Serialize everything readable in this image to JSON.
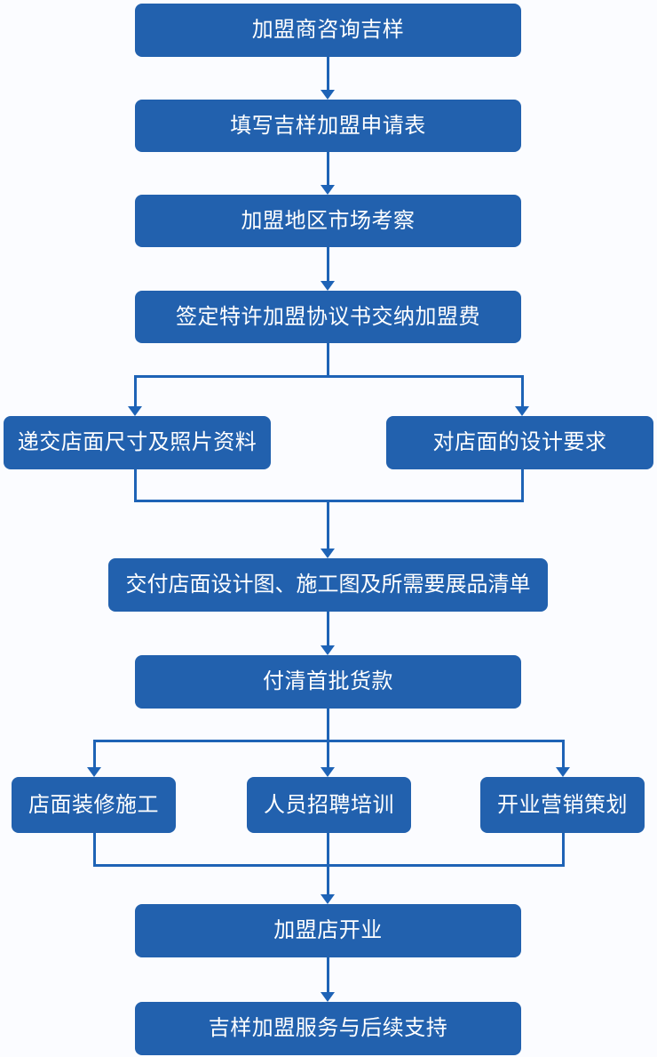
{
  "colors": {
    "page_bg": "#fbfcff",
    "node_fill": "#2261ae",
    "connector": "#1e63b6",
    "node_text": "#ffffff"
  },
  "flowchart": {
    "type": "flowchart",
    "nodes": [
      {
        "id": "consult",
        "label": "加盟商咨询吉样"
      },
      {
        "id": "application_form",
        "label": "填写吉样加盟申请表"
      },
      {
        "id": "market_survey",
        "label": "加盟地区市场考察"
      },
      {
        "id": "sign_agreement",
        "label": "签定特许加盟协议书交纳加盟费"
      },
      {
        "id": "submit_store_info",
        "label": "递交店面尺寸及照片资料"
      },
      {
        "id": "design_requirements",
        "label": "对店面的设计要求"
      },
      {
        "id": "deliver_design",
        "label": "交付店面设计图、施工图及所需要展品清单"
      },
      {
        "id": "pay_first_batch",
        "label": "付清首批货款"
      },
      {
        "id": "store_renovation",
        "label": "店面装修施工"
      },
      {
        "id": "staff_recruitment",
        "label": "人员招聘培训"
      },
      {
        "id": "opening_marketing",
        "label": "开业营销策划"
      },
      {
        "id": "store_opening",
        "label": "加盟店开业"
      },
      {
        "id": "follow_up_support",
        "label": "吉样加盟服务与后续支持"
      }
    ],
    "edges": [
      {
        "from": "consult",
        "to": "application_form"
      },
      {
        "from": "application_form",
        "to": "market_survey"
      },
      {
        "from": "market_survey",
        "to": "sign_agreement"
      },
      {
        "from": "sign_agreement",
        "to": "submit_store_info"
      },
      {
        "from": "sign_agreement",
        "to": "design_requirements"
      },
      {
        "from": "submit_store_info",
        "to": "deliver_design"
      },
      {
        "from": "design_requirements",
        "to": "deliver_design"
      },
      {
        "from": "deliver_design",
        "to": "pay_first_batch"
      },
      {
        "from": "pay_first_batch",
        "to": "store_renovation"
      },
      {
        "from": "pay_first_batch",
        "to": "staff_recruitment"
      },
      {
        "from": "pay_first_batch",
        "to": "opening_marketing"
      },
      {
        "from": "store_renovation",
        "to": "store_opening"
      },
      {
        "from": "staff_recruitment",
        "to": "store_opening"
      },
      {
        "from": "opening_marketing",
        "to": "store_opening"
      },
      {
        "from": "store_opening",
        "to": "follow_up_support"
      }
    ]
  }
}
